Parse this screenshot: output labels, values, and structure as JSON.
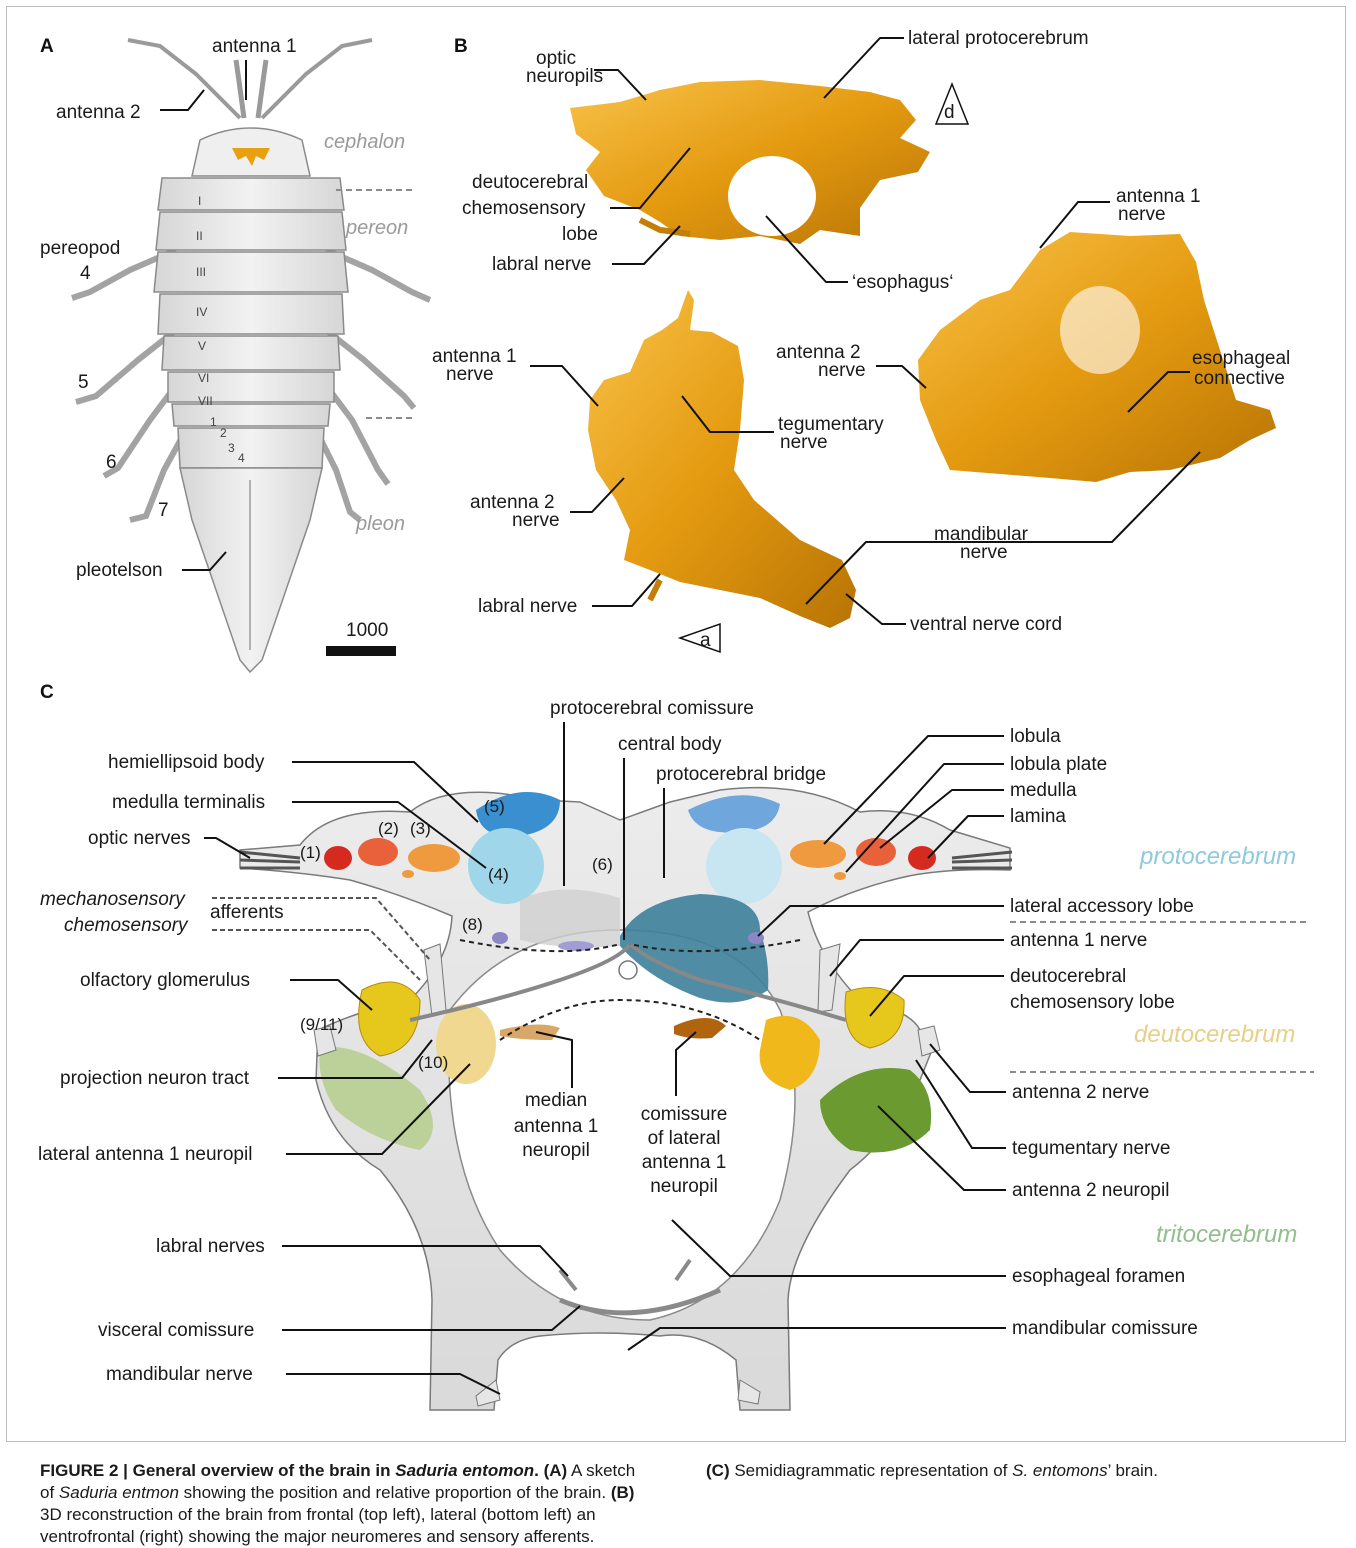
{
  "panels": {
    "a": "A",
    "b": "B",
    "c": "C"
  },
  "panel_a": {
    "labels": {
      "antenna1": "antenna 1",
      "antenna2": "antenna 2",
      "pereopod": "pereopod",
      "leg4": "4",
      "leg5": "5",
      "leg6": "6",
      "leg7": "7",
      "pleotelson": "pleotelson"
    },
    "regions": [
      "cephalon",
      "pereon",
      "pleon"
    ],
    "segments": [
      "I",
      "II",
      "III",
      "IV",
      "V",
      "VI",
      "VII"
    ],
    "pleon_segments": [
      "1",
      "2",
      "3",
      "4"
    ],
    "scale_bar": "1000"
  },
  "panel_b": {
    "labels": {
      "optic_neuropils_1": "optic",
      "optic_neuropils_2": "neuropils",
      "lateral_protocerebrum": "lateral protocerebrum",
      "deuto_1": "deutocerebral",
      "deuto_2": "chemosensory",
      "deuto_3": "lobe",
      "labral_nerve_top": "labral nerve",
      "esophagus": "‘esophagus‘",
      "a1_nerve_r_1": "antenna 1",
      "a1_nerve_r_2": "nerve",
      "a1_nerve_l_1": "antenna 1",
      "a1_nerve_l_2": "nerve",
      "a2_nerve_m_1": "antenna 2",
      "a2_nerve_m_2": "nerve",
      "eso_conn_1": "esophageal",
      "eso_conn_2": "connective",
      "teg_1": "tegumentary",
      "teg_2": "nerve",
      "a2_nerve_l_1": "antenna 2",
      "a2_nerve_l_2": "nerve",
      "mand_1": "mandibular",
      "mand_2": "nerve",
      "labral_nerve_bottom": "labral nerve",
      "vnc": "ventral nerve cord",
      "orient_d": "d",
      "orient_a": "a"
    }
  },
  "panel_c": {
    "left_labels": [
      "hemiellipsoid body",
      "medulla terminalis",
      "optic nerves",
      "mechanosensory",
      "chemosensory",
      "olfactory glomerulus",
      "projection neuron tract",
      "lateral antenna 1 neuropil",
      "labral nerves",
      "visceral comissure",
      "mandibular nerve"
    ],
    "afferents": "afferents",
    "right_labels": [
      "lobula",
      "lobula plate",
      "medulla",
      "lamina",
      "lateral accessory lobe",
      "antenna 1 nerve",
      "deutocerebral",
      "chemosensory lobe",
      "antenna 2 nerve",
      "tegumentary nerve",
      "antenna 2 neuropil",
      "esophageal foramen",
      "mandibular comissure"
    ],
    "top_labels": [
      "protocerebral comissure",
      "central body",
      "protocerebral bridge"
    ],
    "center_labels": [
      "median",
      "antenna 1",
      "neuropil",
      "comissure",
      "of lateral",
      "antenna 1",
      "neuropil"
    ],
    "numbers": [
      "(1)",
      "(2)",
      "(3)",
      "(4)",
      "(5)",
      "(6)",
      "(8)",
      "(9/11)",
      "(10)"
    ],
    "regions": [
      {
        "name": "protocerebrum",
        "color": "#8ec9e0"
      },
      {
        "name": "deutocerebrum",
        "color": "#e8cf87"
      },
      {
        "name": "tritocerebrum",
        "color": "#8fbf8a"
      }
    ]
  },
  "caption": {
    "head": "FIGURE 2 | General overview of the brain in ",
    "head_species": "Saduria entomon",
    "head_end": ".",
    "a": "(A)",
    "t1": " A sketch of ",
    "t1_species": "Saduria entmon",
    "t2": " showing the position and relative proportion of the brain. ",
    "b": "(B)",
    "t3": " 3D reconstruction of the brain from frontal (top left), lateral (bottom left) an ventrofrontal (right) showing the major neuromeres and sensory afferents. ",
    "c": "(C)",
    "t4": " Semidiagrammatic representation of ",
    "t4_species": "S. entomons",
    "t5": "’ brain."
  },
  "colors": {
    "brain_orange": "#e8a010",
    "lamina_red": "#d42a20",
    "medulla_orange": "#e8613a",
    "lobula_orange": "#f09a40",
    "hemi_blue": "#3a8fd0",
    "hemi_light": "#9fd6ea",
    "central_teal": "#3e7f9b",
    "glomerulus_yellow": "#e6c81c",
    "deuto_light": "#f0d890",
    "tritocerebrum_green": "#6a9a30",
    "tritocerebrum_light": "#b5cc8c"
  }
}
